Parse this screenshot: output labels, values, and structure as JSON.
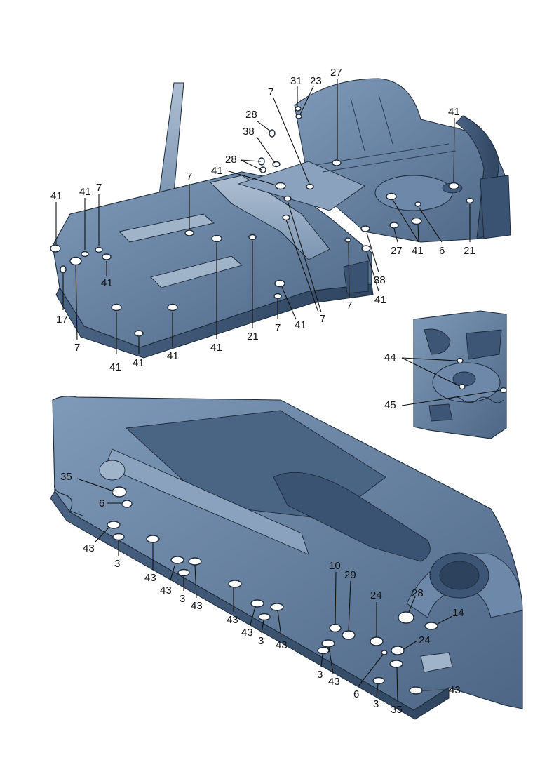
{
  "views": {
    "top": {
      "labels": [
        {
          "id": "t1",
          "text": "41"
        },
        {
          "id": "t2",
          "text": "41"
        },
        {
          "id": "t3",
          "text": "7"
        },
        {
          "id": "t4",
          "text": "41"
        },
        {
          "id": "t5",
          "text": "17"
        },
        {
          "id": "t6",
          "text": "7"
        },
        {
          "id": "t7",
          "text": "41"
        },
        {
          "id": "t8",
          "text": "41"
        },
        {
          "id": "t9",
          "text": "41"
        },
        {
          "id": "t10",
          "text": "7"
        },
        {
          "id": "t11",
          "text": "41"
        },
        {
          "id": "t12",
          "text": "21"
        },
        {
          "id": "t13",
          "text": "7"
        },
        {
          "id": "t14",
          "text": "41"
        },
        {
          "id": "t15",
          "text": "7"
        },
        {
          "id": "t16",
          "text": "41"
        },
        {
          "id": "t17",
          "text": "28"
        },
        {
          "id": "t18",
          "text": "28"
        },
        {
          "id": "t19",
          "text": "38"
        },
        {
          "id": "t20",
          "text": "7"
        },
        {
          "id": "t21",
          "text": "31"
        },
        {
          "id": "t22",
          "text": "23"
        },
        {
          "id": "t23",
          "text": "27"
        },
        {
          "id": "t24",
          "text": "7"
        },
        {
          "id": "t25",
          "text": "41"
        },
        {
          "id": "t26",
          "text": "38"
        },
        {
          "id": "t27",
          "text": "27"
        },
        {
          "id": "t28",
          "text": "41"
        },
        {
          "id": "t29",
          "text": "6"
        },
        {
          "id": "t30",
          "text": "41"
        },
        {
          "id": "t31",
          "text": "21"
        }
      ]
    },
    "inset": {
      "labels": [
        {
          "id": "i1",
          "text": "44"
        },
        {
          "id": "i2",
          "text": "45"
        }
      ]
    },
    "bottom": {
      "labels": [
        {
          "id": "b1",
          "text": "35"
        },
        {
          "id": "b2",
          "text": "6"
        },
        {
          "id": "b3",
          "text": "43"
        },
        {
          "id": "b4",
          "text": "3"
        },
        {
          "id": "b5",
          "text": "43"
        },
        {
          "id": "b6",
          "text": "43"
        },
        {
          "id": "b7",
          "text": "3"
        },
        {
          "id": "b8",
          "text": "43"
        },
        {
          "id": "b9",
          "text": "43"
        },
        {
          "id": "b10",
          "text": "43"
        },
        {
          "id": "b11",
          "text": "3"
        },
        {
          "id": "b12",
          "text": "43"
        },
        {
          "id": "b13",
          "text": "10"
        },
        {
          "id": "b14",
          "text": "29"
        },
        {
          "id": "b15",
          "text": "3"
        },
        {
          "id": "b16",
          "text": "43"
        },
        {
          "id": "b17",
          "text": "24"
        },
        {
          "id": "b18",
          "text": "6"
        },
        {
          "id": "b19",
          "text": "3"
        },
        {
          "id": "b20",
          "text": "24"
        },
        {
          "id": "b21",
          "text": "35"
        },
        {
          "id": "b22",
          "text": "28"
        },
        {
          "id": "b23",
          "text": "14"
        },
        {
          "id": "b24",
          "text": "43"
        }
      ]
    }
  }
}
